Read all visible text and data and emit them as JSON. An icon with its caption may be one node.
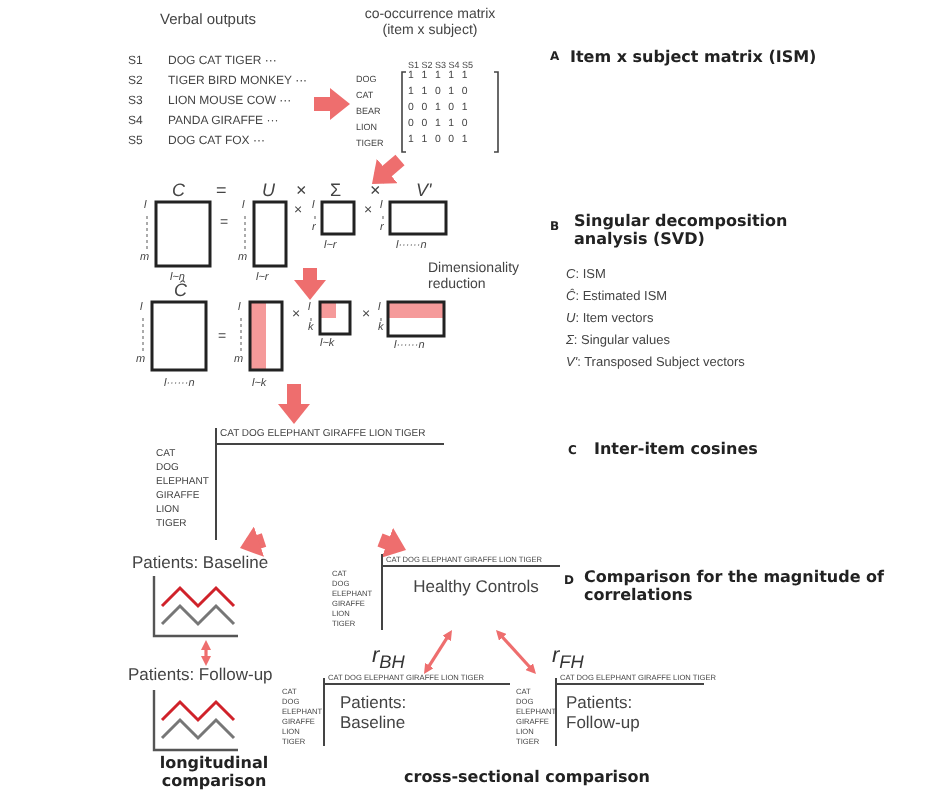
{
  "diagram": {
    "nodes": [
      {
        "text": [
          "Verbal outputs",
          "S1",
          "DOG CAT TIGER ···",
          "S2",
          "TIGER BIRD MONKEY ···",
          "S3",
          "LION MOUSE COW ···",
          "S4",
          "PANDA GIRAFFE ···",
          "S5",
          "DOG CAT FOX ···"
        ]
      },
      {
        "text": [
          "co-occurrence matrix (item x subject)",
          "S1 S2 S3 S4 S5",
          "DOG",
          "CAT",
          "BEAR",
          "LION",
          "TIGER",
          "1 1 1 1 1",
          "1 1 0 1 0",
          "0 0 1 0 1",
          "0 0 1 1 0",
          "1 1 0 0 1"
        ]
      },
      {
        "text": [
          "C",
          "=",
          "U",
          "×",
          "Σ",
          "×",
          "V'",
          "=",
          "×",
          "×"
        ]
      },
      {
        "text": [
          "=",
          "×",
          "×"
        ]
      },
      {
        "text": [
          "CAT DOG ELEPHANT GIRAFFE LION TIGER",
          "CAT",
          "DOG",
          "ELEPHANT",
          "GIRAFFE",
          "LION",
          "TIGER"
        ]
      },
      {
        "text": [
          "Patients: Baseline"
        ]
      },
      {
        "text": [
          "Patients: Follow-up"
        ]
      },
      {
        "text": [
          "CAT DOG ELEPHANT GIRAFFE LION TIGER",
          "Healthy Controls",
          "CAT",
          "DOG",
          "ELEPHANT",
          "GIRAFFE",
          "LION",
          "TIGER"
        ]
      },
      {
        "text": [
          "CAT DOG ELEPHANT GIRAFFE LION TIGER",
          "Patients: Baseline",
          "CAT",
          "DOG",
          "ELEPHANT",
          "GIRAFFE",
          "LION",
          "TIGER"
        ]
      },
      {
        "text": [
          "CAT DOG ELEPHANT GIRAFFE LION TIGER",
          "Patients: Follow-up",
          "CAT",
          "DOG",
          "ELEPHANT",
          "GIRAFFE",
          "LION",
          "TIGER"
        ]
      }
    ],
    "edges": [
      {
        "from": 0,
        "to": 1,
        "arrow": "to"
      },
      {
        "from": 1,
        "to": 2,
        "arrow": "to"
      },
      {
        "from": 2,
        "to": 3,
        "arrow": "to"
      },
      {
        "from": 3,
        "to": 4,
        "arrow": "to"
      },
      {
        "from": 4,
        "to": 5,
        "arrow": "to"
      },
      {
        "from": 4,
        "to": 7,
        "arrow": "to"
      },
      {
        "from": 5,
        "to": 6,
        "arrow": "both"
      },
      {
        "from": 7,
        "to": 8,
        "arrow": "both",
        "label": "r$_{BH}$"
      },
      {
        "from": 7,
        "to": 9,
        "arrow": "both",
        "label": "r$_{FH}$"
      }
    ],
    "labels": [
      "A",
      "Item x subject matrix (ISM)",
      "B",
      "Singular decomposition analysis (SVD)",
      "*C*: ISM",
      "*Ĉ*: Estimated ISM",
      "*U*: Item vectors",
      "*Σ*: Singular values",
      "*V'*: Transposed Subject vectors",
      "Dimensionality reduction",
      "l",
      "m",
      "l~n",
      "l",
      "m",
      "l~r",
      "l",
      "r",
      "l~r",
      "l",
      "r",
      "l······n",
      "Ĉ",
      "l",
      "m",
      "l······n",
      "l",
      "m",
      "l~k",
      "l",
      "k",
      "l~k",
      "l",
      "k",
      "l······n",
      "C",
      "Inter-item cosines",
      "D",
      "Comparison for the magnitude of correlations",
      "longitudinal comparison",
      "cross-sectional comparison"
    ]
  }
}
